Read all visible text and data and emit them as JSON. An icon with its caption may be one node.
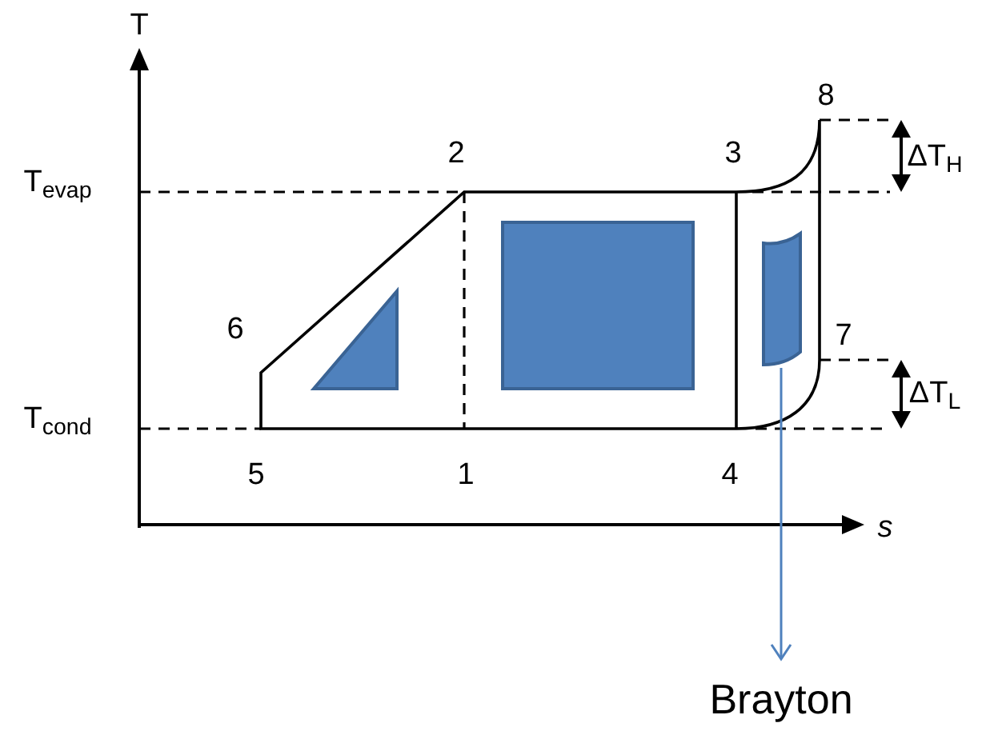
{
  "diagram": {
    "nodes": [
      {
        "text": [],
        "shape": "box"
      },
      {
        "text": [
          "Brayton"
        ]
      }
    ],
    "edges": [
      {
        "from": 0,
        "to": 1,
        "arrow": "to"
      }
    ],
    "labels": [
      "T",
      "8",
      "2",
      "3",
      "T$_{evap}$",
      "ΔT$_{H}$",
      "6",
      "7",
      "ΔT$_{L}$",
      "T$_{cond}$",
      "5",
      "1",
      "4",
      "s"
    ]
  }
}
